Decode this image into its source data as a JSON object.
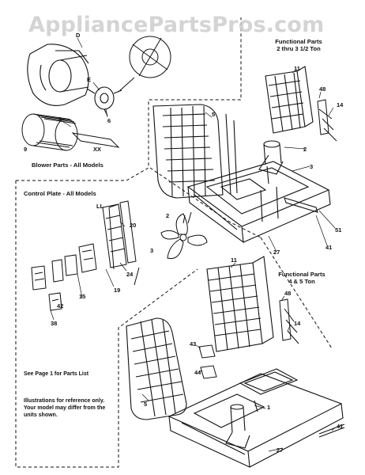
{
  "watermark": "AppliancePartsPros.com",
  "headings": {
    "blower_parts": "Blower Parts - All Models",
    "control_plate": "Control Plate - All Models",
    "functional_small_line1": "Functional Parts",
    "functional_small_line2": "2 thru 3 1/2 Ton",
    "functional_large_line1": "Functional Parts",
    "functional_large_line2": "4 & 5 Ton"
  },
  "notes": {
    "parts_list": "See Page 1 for Parts List",
    "disclaimer_line1": "Illustrations for reference only.",
    "disclaimer_line2": "Your model may differ from the",
    "disclaimer_line3": "units shown."
  },
  "callouts": {
    "blower": [
      "D",
      "E",
      "8",
      "6",
      "9",
      "XX"
    ],
    "small_unit": [
      "11",
      "48",
      "14",
      "5",
      "2",
      "3",
      "51",
      "27",
      "41"
    ],
    "fan": [
      "2",
      "3"
    ],
    "control": [
      "LL",
      "20",
      "24",
      "19",
      "15",
      "42",
      "38"
    ],
    "large_unit": [
      "11",
      "48",
      "14",
      "43",
      "44",
      "5",
      "1",
      "41",
      "27"
    ]
  },
  "colors": {
    "line": "#111111",
    "dash": "#222222",
    "watermark": "#cdcdcd"
  }
}
